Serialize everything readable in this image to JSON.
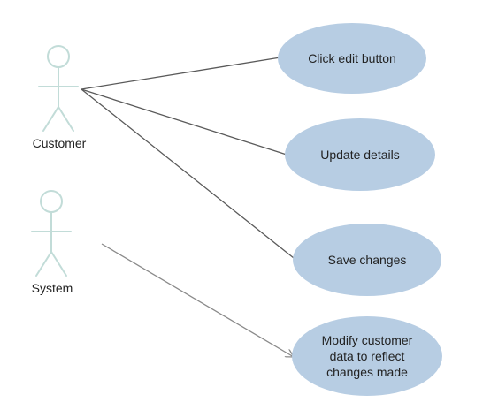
{
  "actors": [
    {
      "id": "customer",
      "label": "Customer"
    },
    {
      "id": "system",
      "label": "System"
    }
  ],
  "use_cases": [
    {
      "id": "click-edit",
      "lines": [
        "Click edit button"
      ]
    },
    {
      "id": "update-details",
      "lines": [
        "Update details"
      ]
    },
    {
      "id": "save-changes",
      "lines": [
        "Save changes"
      ]
    },
    {
      "id": "modify-data",
      "lines": [
        "Modify customer",
        "data to reflect",
        "changes made"
      ]
    }
  ],
  "associations": [
    {
      "from": "customer",
      "to": "click-edit"
    },
    {
      "from": "customer",
      "to": "update-details"
    },
    {
      "from": "customer",
      "to": "save-changes"
    },
    {
      "from": "system",
      "to": "modify-data",
      "arrow": true
    }
  ],
  "colors": {
    "usecase_fill": "#b7cde3",
    "actor_stroke": "#c2dcd8",
    "line": "#5a5a5a"
  }
}
